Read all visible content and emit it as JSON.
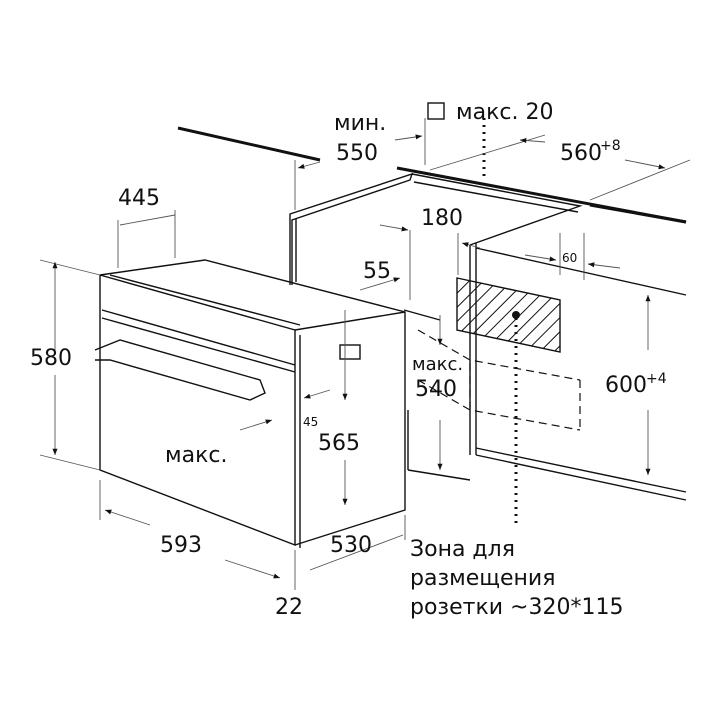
{
  "diagram": {
    "labels": {
      "min": "мин.",
      "d550": "550",
      "max20": "макс. 20",
      "d560": "560",
      "d560_tol": "+8",
      "d445": "445",
      "d180": "180",
      "d60": "60",
      "d55": "55",
      "d580": "580",
      "max540_label": "макс.",
      "d540": "540",
      "d600": "600",
      "d600_tol": "+4",
      "d45": "45",
      "max45_label": "макс.",
      "d565": "565",
      "d593": "593",
      "d530": "530",
      "d22": "22",
      "zone_line1": "Зона для",
      "zone_line2": "размещения",
      "zone_line3": "розетки ~320*115"
    },
    "icons": [
      "square-marker-icon",
      "dimension-arrow-icon",
      "hatched-socket-zone-icon"
    ]
  }
}
